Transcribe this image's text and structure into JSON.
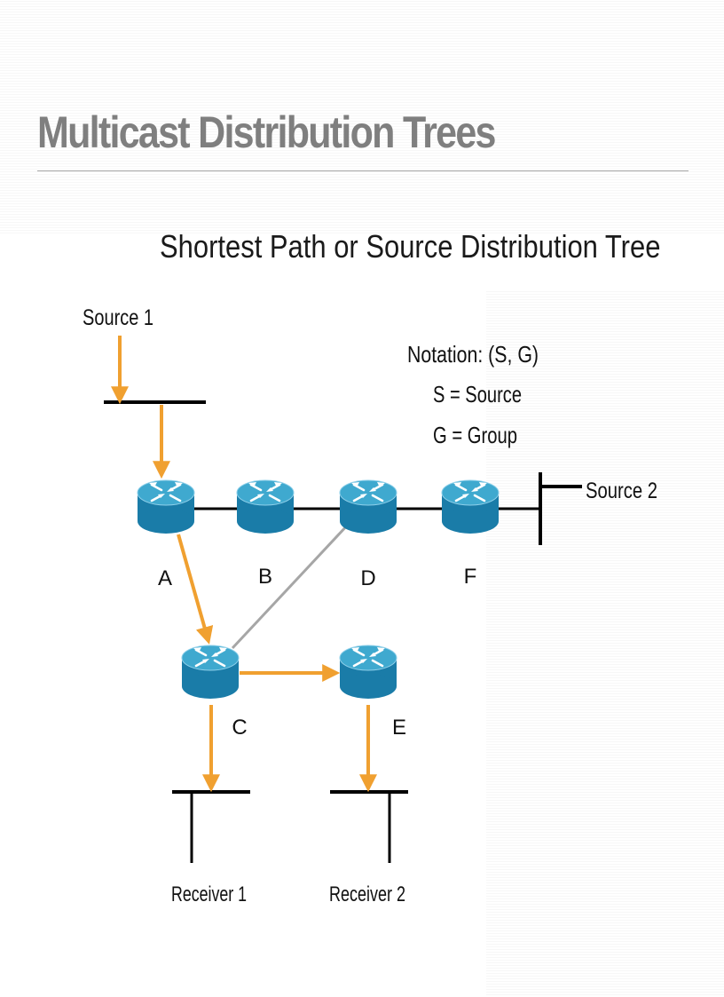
{
  "slide": {
    "title": "Multicast Distribution Trees",
    "subtitle": "Shortest Path or Source Distribution Tree"
  },
  "notation": {
    "heading": "Notation:  (S, G)",
    "line1": "S = Source",
    "line2": "G = Group"
  },
  "sources": [
    {
      "id": "source-1",
      "label": "Source 1"
    },
    {
      "id": "source-2",
      "label": "Source 2"
    }
  ],
  "receivers": [
    {
      "id": "receiver-1",
      "label": "Receiver 1"
    },
    {
      "id": "receiver-2",
      "label": "Receiver 2"
    }
  ],
  "routers": [
    {
      "id": "A",
      "label": "A"
    },
    {
      "id": "B",
      "label": "B"
    },
    {
      "id": "D",
      "label": "D"
    },
    {
      "id": "F",
      "label": "F"
    },
    {
      "id": "C",
      "label": "C"
    },
    {
      "id": "E",
      "label": "E"
    }
  ],
  "links": [
    {
      "from": "A",
      "to": "B",
      "type": "physical"
    },
    {
      "from": "B",
      "to": "D",
      "type": "physical"
    },
    {
      "from": "D",
      "to": "F",
      "type": "physical"
    },
    {
      "from": "F",
      "to": "source-2-lan",
      "type": "physical"
    },
    {
      "from": "D",
      "to": "C",
      "type": "unused"
    }
  ],
  "tree_flows": [
    {
      "from": "source-1",
      "to": "source-1-lan"
    },
    {
      "from": "source-1-lan",
      "to": "A"
    },
    {
      "from": "A",
      "to": "C"
    },
    {
      "from": "C",
      "to": "E"
    },
    {
      "from": "C",
      "to": "receiver-1-lan"
    },
    {
      "from": "E",
      "to": "receiver-2-lan"
    }
  ],
  "colors": {
    "tree_arrow": "#f0a030",
    "router_top": "#3fa9cf",
    "router_side": "#1a7ca8",
    "unused_link": "#a6a6a6",
    "lan": "#000000",
    "title": "#7f7f7f"
  },
  "icons": {
    "router": "router-icon"
  }
}
